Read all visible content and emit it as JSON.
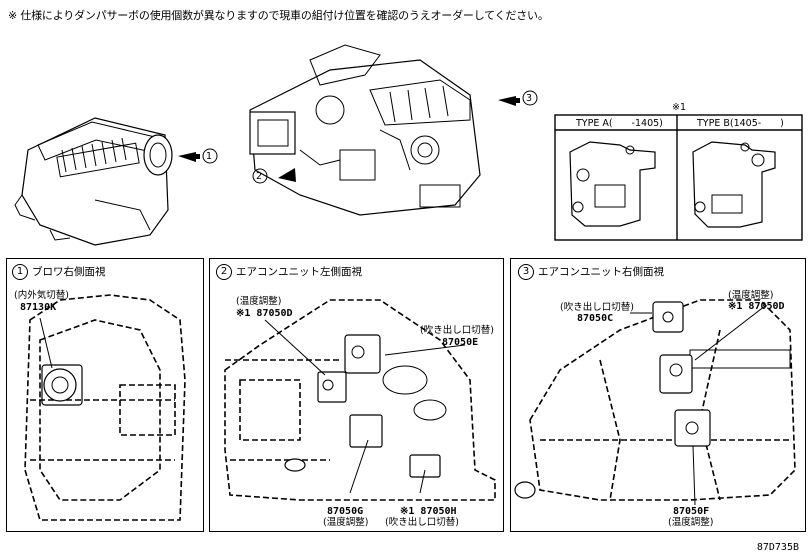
{
  "header": {
    "note": "※ 仕様によりダンパサーボの使用個数が異なりますので現車の組付け位置を確認のうえオーダーしてください。"
  },
  "views": {
    "arrow1": "1",
    "arrow2": "2",
    "arrow3": "3"
  },
  "type_table": {
    "mark": "※1",
    "type_a": "TYPE A(　　-1405)",
    "type_b": "TYPE B(1405-　　)"
  },
  "panels": [
    {
      "num": "1",
      "title": "ブロワ右側面視",
      "labels": [
        {
          "name": "(内外気切替)",
          "part": "87130K"
        }
      ]
    },
    {
      "num": "2",
      "title": "エアコンユニット左側面視",
      "labels": [
        {
          "name": "(温度調整)",
          "part": "※1 87050D"
        },
        {
          "name": "(吹き出し口切替)",
          "part": "87050E"
        },
        {
          "name": "(温度調整)",
          "part": "87050G"
        },
        {
          "name": "(吹き出し口切替)",
          "part": "※1 87050H"
        }
      ]
    },
    {
      "num": "3",
      "title": "エアコンユニット右側面視",
      "labels": [
        {
          "name": "(温度調整)",
          "part": "※1 87050D"
        },
        {
          "name": "(吹き出し口切替)",
          "part": "87050C"
        },
        {
          "name": "(温度調整)",
          "part": "87050F"
        }
      ]
    }
  ],
  "footer": {
    "code": "87D735B"
  }
}
